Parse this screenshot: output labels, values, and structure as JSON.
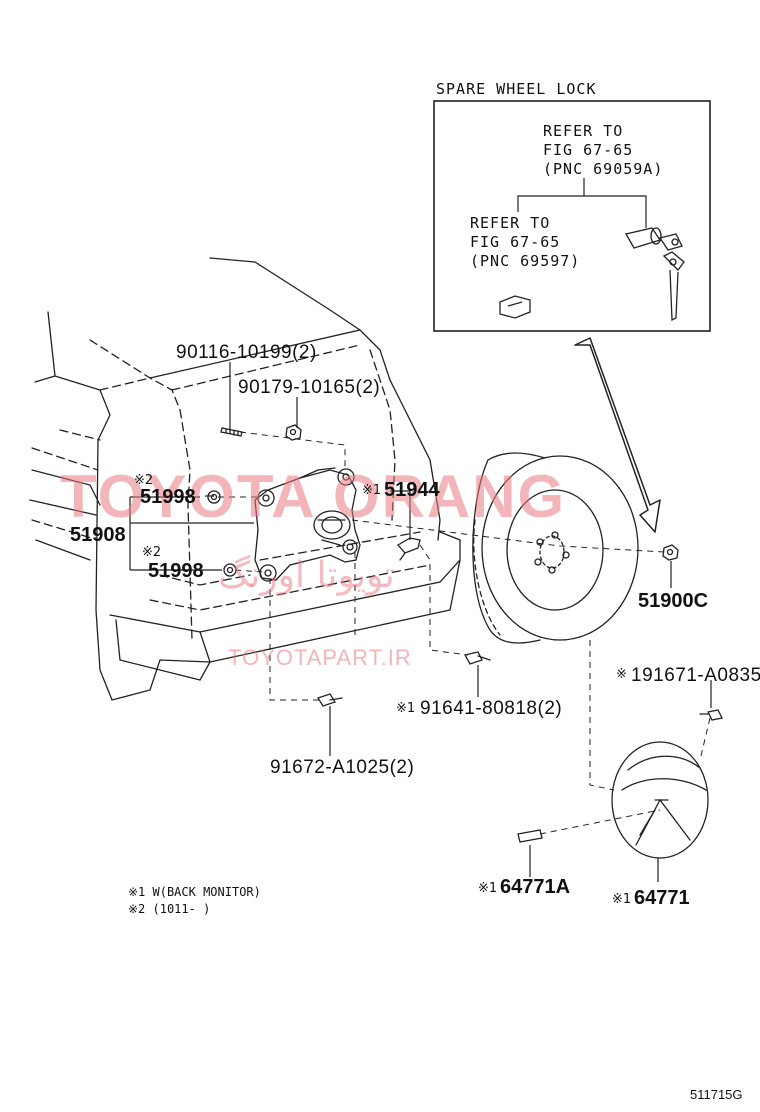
{
  "inset": {
    "title": "SPARE WHEEL LOCK",
    "refer_a": [
      "REFER TO",
      "FIG 67-65",
      "(PNC 69059A)"
    ],
    "refer_b": [
      "REFER TO",
      "FIG 67-65",
      "(PNC 69597)"
    ]
  },
  "parts": {
    "p90116": "90116-10199(2)",
    "p90179": "90179-10165(2)",
    "p51998_top": "51998",
    "p51998_bottom": "51998",
    "p51908": "51908",
    "p51944": "51944",
    "p51900c": "51900C",
    "p191671": "191671-A0835",
    "p91641": "91641-80818(2)",
    "p91672": "91672-A1025(2)",
    "p64771a": "64771A",
    "p64771": "64771"
  },
  "marks": {
    "m2a": "※2",
    "m2b": "※2",
    "m1_51944": "※1",
    "m1_191671": "※",
    "m1_91641": "※1",
    "m1_64771a": "※1",
    "m1_64771": "※1"
  },
  "notes": {
    "n1": "※1 W(BACK MONITOR)",
    "n2": "※2 (1011-      )"
  },
  "watermark": {
    "brand": "TOYOTA ORANG",
    "arabic": "تویوتا اورنگ",
    "site": "TOYOTAPART.IR"
  },
  "figure_id": "511715G"
}
